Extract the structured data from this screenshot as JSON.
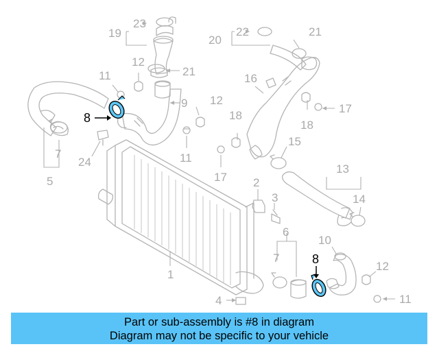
{
  "colors": {
    "highlight": "#5dc7f7",
    "banner": "#59c3f7",
    "line": "#b4b4b4"
  },
  "callouts": {
    "c1": "1",
    "c2": "2",
    "c3": "3",
    "c4": "4",
    "c5": "5",
    "c6": "6",
    "c7a": "7",
    "c7b": "7",
    "c8a": "8",
    "c8b": "8",
    "c9": "9",
    "c10": "10",
    "c11a": "11",
    "c11b": "11",
    "c11c": "11",
    "c12a": "12",
    "c12b": "12",
    "c12c": "12",
    "c13": "13",
    "c14": "14",
    "c15": "15",
    "c16": "16",
    "c17a": "17",
    "c17b": "17",
    "c18a": "18",
    "c18b": "18",
    "c19": "19",
    "c20": "20",
    "c21a": "21",
    "c21b": "21",
    "c22": "22",
    "c23": "23",
    "c24": "24"
  },
  "banner": {
    "line1": "Part or sub-assembly is #8 in diagram",
    "line2": "Diagram may not be specific to your vehicle"
  }
}
